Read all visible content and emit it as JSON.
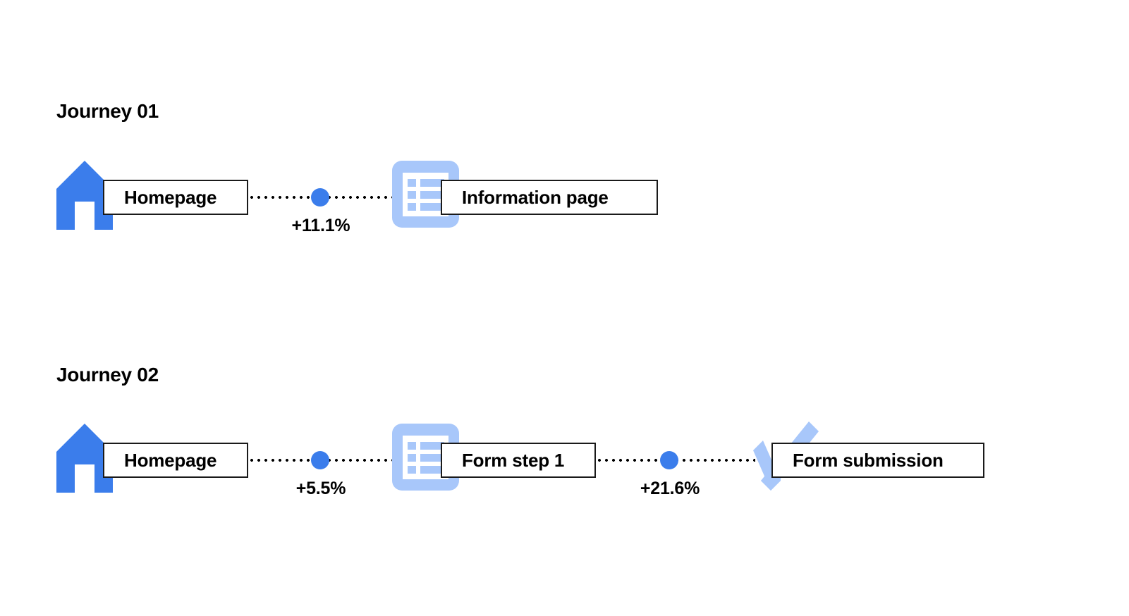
{
  "canvas": {
    "background": "#ffffff",
    "accent_blue": "#3B7DEB",
    "light_blue": "#A8C7FA",
    "outline": "#1a1a1a"
  },
  "journeys": [
    {
      "title": "Journey 01",
      "nodes": [
        {
          "label": "Homepage",
          "icon": "home-icon"
        },
        {
          "label": "Information page",
          "icon": "list-document-icon"
        }
      ],
      "connectors": [
        {
          "label": "+11.1%"
        }
      ]
    },
    {
      "title": "Journey 02",
      "nodes": [
        {
          "label": "Homepage",
          "icon": "home-icon"
        },
        {
          "label": "Form step 1",
          "icon": "list-document-icon"
        },
        {
          "label": "Form submission",
          "icon": "checkmark-icon"
        }
      ],
      "connectors": [
        {
          "label": "+5.5%"
        },
        {
          "label": "+21.6%"
        }
      ]
    }
  ]
}
